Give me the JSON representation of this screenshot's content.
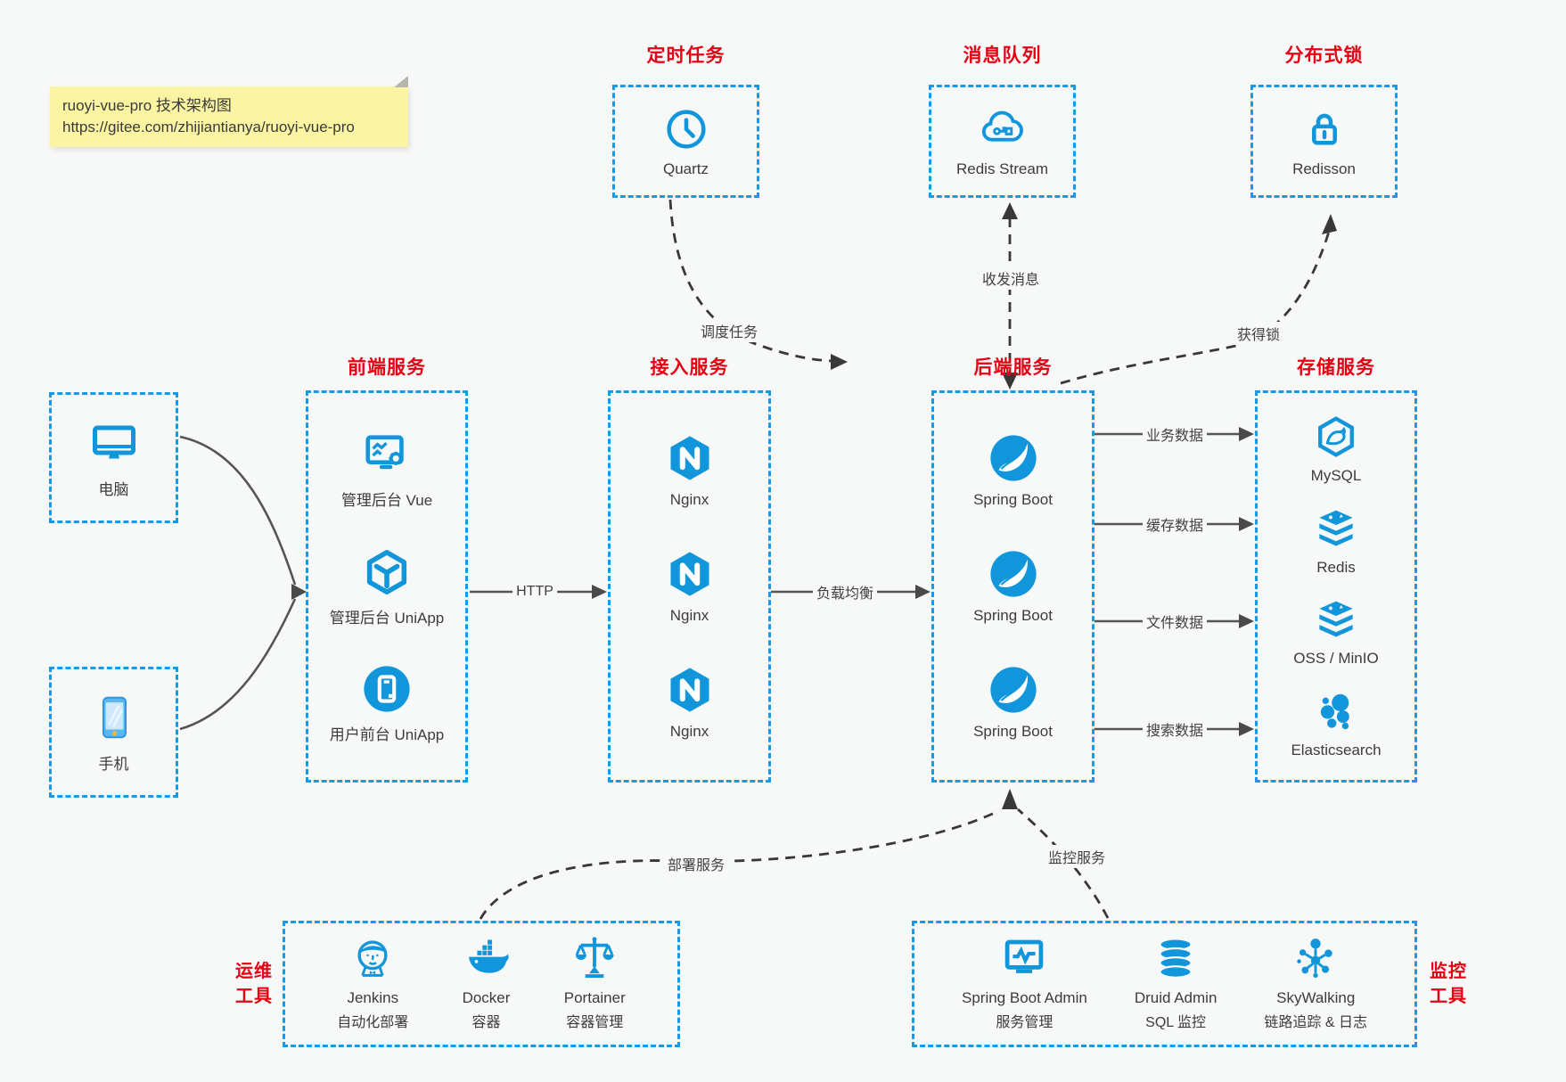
{
  "colors": {
    "blue": "#1296db",
    "border_blue": "#149ae8",
    "red": "#e60013",
    "note_bg": "#fbf4a2",
    "line_gray": "#555555",
    "line_dark": "#383838",
    "page_bg": "#f7f8f8"
  },
  "note": {
    "line1": "ruoyi-vue-pro 技术架构图",
    "line2": "https://gitee.com/zhijiantianya/ruoyi-vue-pro"
  },
  "scheduled": {
    "title": "定时任务",
    "item": {
      "label": "Quartz",
      "icon": "clock-icon"
    }
  },
  "mq": {
    "title": "消息队列",
    "item": {
      "label": "Redis Stream",
      "icon": "cloud-stream-icon"
    }
  },
  "lock": {
    "title": "分布式锁",
    "item": {
      "label": "Redisson",
      "icon": "padlock-icon"
    }
  },
  "clients": {
    "computer": {
      "label": "电脑",
      "icon": "desktop-icon"
    },
    "phone": {
      "label": "手机",
      "icon": "smartphone-icon"
    }
  },
  "frontend": {
    "title": "前端服务",
    "items": [
      {
        "label": "管理后台 Vue",
        "icon": "admin-vue-icon"
      },
      {
        "label": "管理后台 UniApp",
        "icon": "uniapp-cube-icon"
      },
      {
        "label": "用户前台 UniApp",
        "icon": "phone-circle-icon"
      }
    ]
  },
  "access": {
    "title": "接入服务",
    "items": [
      {
        "label": "Nginx",
        "icon": "nginx-icon"
      },
      {
        "label": "Nginx",
        "icon": "nginx-icon"
      },
      {
        "label": "Nginx",
        "icon": "nginx-icon"
      }
    ]
  },
  "backend": {
    "title": "后端服务",
    "items": [
      {
        "label": "Spring Boot",
        "icon": "spring-icon"
      },
      {
        "label": "Spring Boot",
        "icon": "spring-icon"
      },
      {
        "label": "Spring Boot",
        "icon": "spring-icon"
      }
    ]
  },
  "storage": {
    "title": "存储服务",
    "items": [
      {
        "label": "MySQL",
        "icon": "mysql-icon"
      },
      {
        "label": "Redis",
        "icon": "redis-stack-icon"
      },
      {
        "label": "OSS / MinIO",
        "icon": "redis-stack-icon"
      },
      {
        "label": "Elasticsearch",
        "icon": "elasticsearch-icon"
      }
    ]
  },
  "ops": {
    "title_line1": "运维",
    "title_line2": "工具",
    "items": [
      {
        "name": "Jenkins",
        "desc": "自动化部署",
        "icon": "jenkins-icon"
      },
      {
        "name": "Docker",
        "desc": "容器",
        "icon": "docker-whale-icon"
      },
      {
        "name": "Portainer",
        "desc": "容器管理",
        "icon": "scales-icon"
      }
    ]
  },
  "monitoring": {
    "title_line1": "监控",
    "title_line2": "工具",
    "items": [
      {
        "name": "Spring Boot Admin",
        "desc": "服务管理",
        "icon": "monitor-pulse-icon"
      },
      {
        "name": "Druid Admin",
        "desc": "SQL 监控",
        "icon": "database-icon"
      },
      {
        "name": "SkyWalking",
        "desc": "链路追踪 & 日志",
        "icon": "topology-icon"
      }
    ]
  },
  "edges": {
    "http": "HTTP",
    "load_balance": "负载均衡",
    "schedule": "调度任务",
    "messages": "收发消息",
    "acquire_lock": "获得锁",
    "business_data": "业务数据",
    "cache_data": "缓存数据",
    "file_data": "文件数据",
    "search_data": "搜索数据",
    "deploy": "部署服务",
    "monitor": "监控服务"
  }
}
